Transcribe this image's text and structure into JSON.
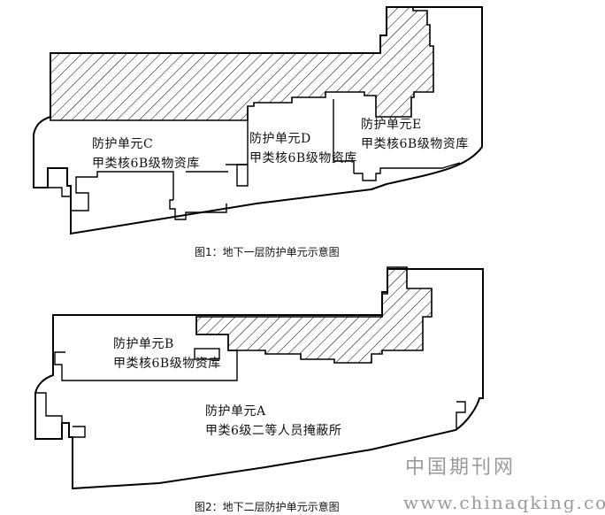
{
  "figure1": {
    "caption": "图1：地下一层防护单元示意图",
    "unit_c": {
      "line1": "防护单元C",
      "line2": "甲类核6B级物资库"
    },
    "unit_d": {
      "line1": "防护单元D",
      "line2": "甲类核6B级物资库"
    },
    "unit_e": {
      "line1": "防护单元E",
      "line2": "甲类核6B级物资库"
    }
  },
  "figure2": {
    "caption": "图2：地下二层防护单元示意图",
    "unit_b": {
      "line1": "防护单元B",
      "line2": "甲类核6B级物资库"
    },
    "unit_a": {
      "line1": "防护单元A",
      "line2": "甲类6级二等人员掩蔽所"
    }
  },
  "watermark": {
    "cn": "中国期刊网",
    "url": "www.chinaqking.com"
  }
}
